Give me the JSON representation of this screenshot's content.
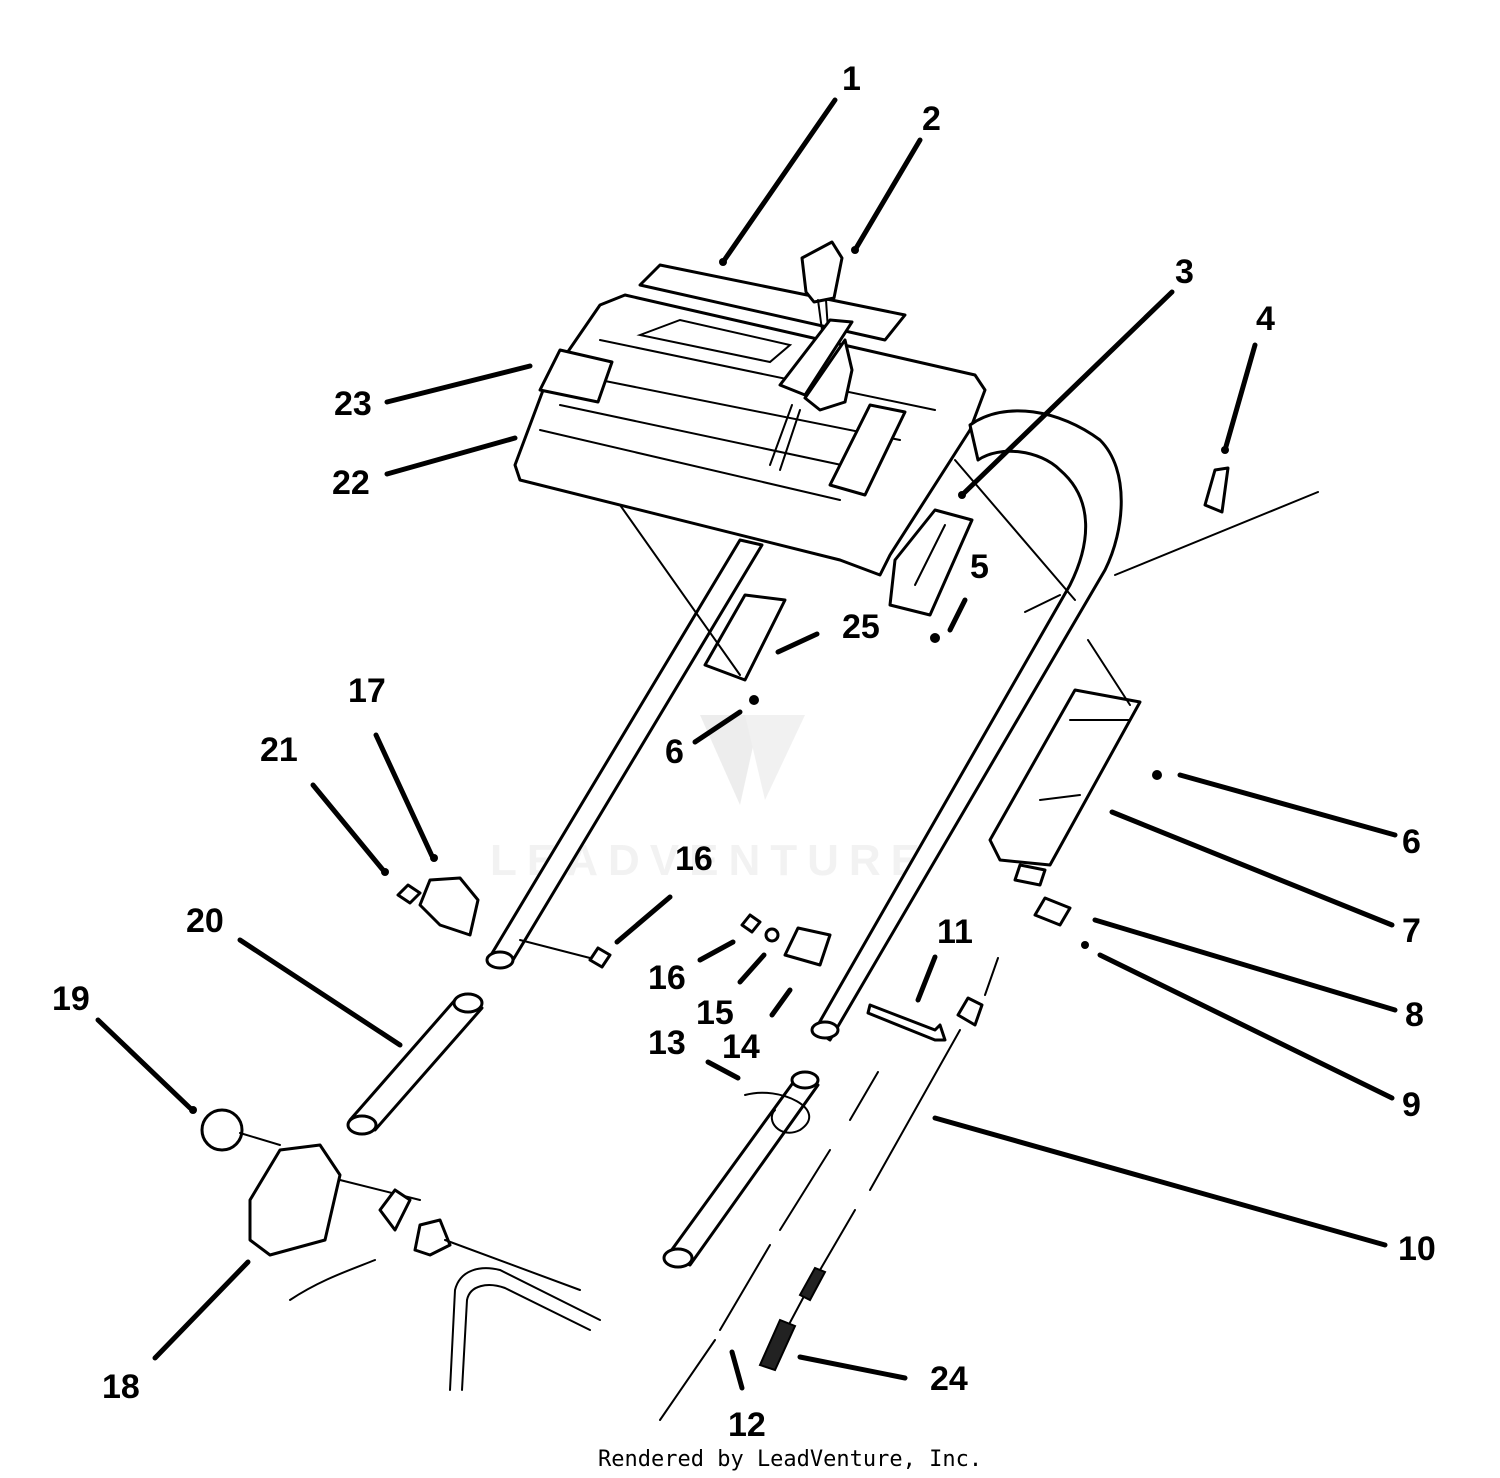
{
  "watermark": {
    "text": "LEADVENTURE"
  },
  "credit": "Rendered by LeadVenture, Inc.",
  "callouts": [
    {
      "id": "c1",
      "label": "1"
    },
    {
      "id": "c2",
      "label": "2"
    },
    {
      "id": "c3",
      "label": "3"
    },
    {
      "id": "c4",
      "label": "4"
    },
    {
      "id": "c5",
      "label": "5"
    },
    {
      "id": "c6a",
      "label": "6"
    },
    {
      "id": "c6b",
      "label": "6"
    },
    {
      "id": "c7",
      "label": "7"
    },
    {
      "id": "c8",
      "label": "8"
    },
    {
      "id": "c9",
      "label": "9"
    },
    {
      "id": "c10",
      "label": "10"
    },
    {
      "id": "c11",
      "label": "11"
    },
    {
      "id": "c12",
      "label": "12"
    },
    {
      "id": "c13",
      "label": "13"
    },
    {
      "id": "c14",
      "label": "14"
    },
    {
      "id": "c15",
      "label": "15"
    },
    {
      "id": "c16a",
      "label": "16"
    },
    {
      "id": "c16b",
      "label": "16"
    },
    {
      "id": "c17",
      "label": "17"
    },
    {
      "id": "c18",
      "label": "18"
    },
    {
      "id": "c19",
      "label": "19"
    },
    {
      "id": "c20",
      "label": "20"
    },
    {
      "id": "c21",
      "label": "21"
    },
    {
      "id": "c22",
      "label": "22"
    },
    {
      "id": "c23",
      "label": "23"
    },
    {
      "id": "c24",
      "label": "24"
    },
    {
      "id": "c25",
      "label": "25"
    }
  ]
}
